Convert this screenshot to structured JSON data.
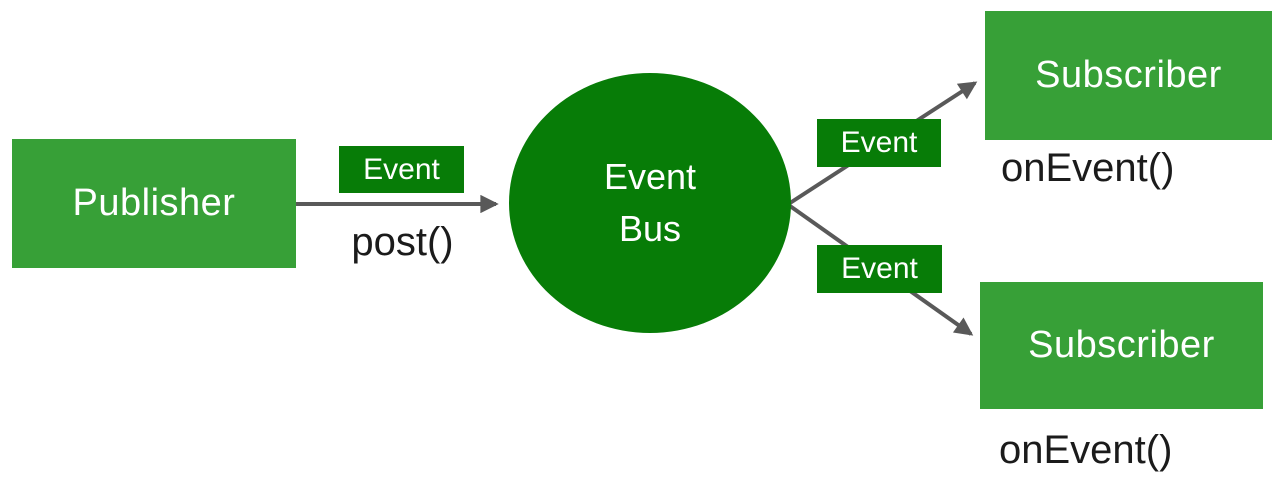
{
  "diagram": {
    "title_implicit": "Event Bus publish/subscribe pattern",
    "publisher": {
      "label": "Publisher"
    },
    "event_bus": {
      "line1": "Event",
      "line2": "Bus"
    },
    "subscribers": {
      "top": {
        "label": "Subscriber",
        "method": "onEvent()"
      },
      "bottom": {
        "label": "Subscriber",
        "method": "onEvent()"
      }
    },
    "edges": {
      "publish": {
        "badge": "Event",
        "method": "post()"
      },
      "to_top": {
        "badge": "Event"
      },
      "to_bottom": {
        "badge": "Event"
      }
    }
  },
  "colors": {
    "node_green": "#37A037",
    "dark_green": "#077C07",
    "arrow_gray": "#595959",
    "label_text": "#1b1b1b",
    "node_text": "#ffffff",
    "background": "#ffffff"
  }
}
